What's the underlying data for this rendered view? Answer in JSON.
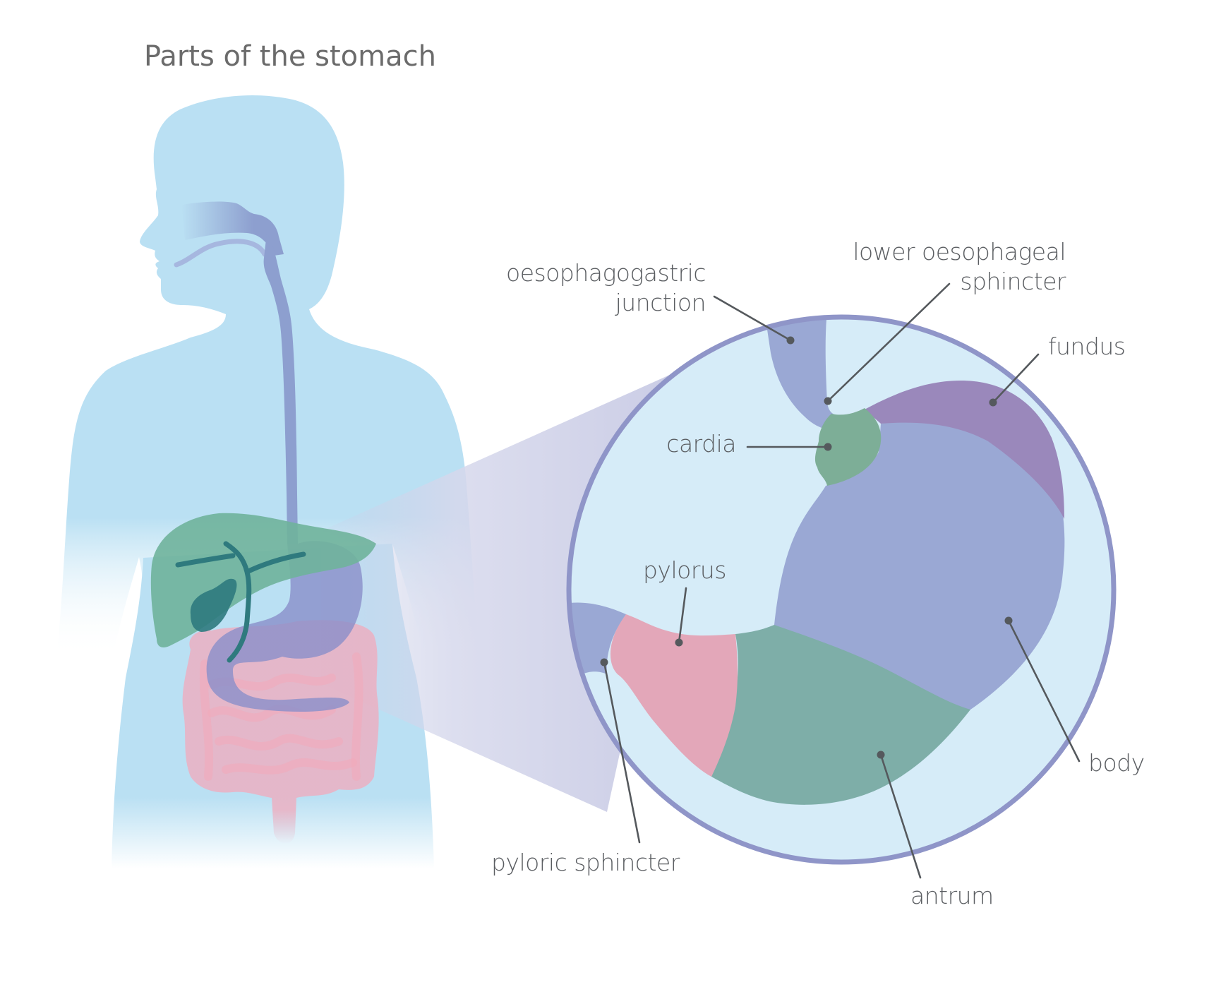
{
  "title": "Parts of the stomach",
  "labels": {
    "oesophagogastric_junction": [
      "oesophagogastric",
      "junction"
    ],
    "lower_oesophageal_sphincter": [
      "lower oesophageal",
      "sphincter"
    ],
    "fundus": "fundus",
    "cardia": "cardia",
    "pylorus": "pylorus",
    "body": "body",
    "pyloric_sphincter": "pyloric sphincter",
    "antrum": "antrum"
  },
  "colors": {
    "silhouette": "#bae0f3",
    "oesophagus": "#8d9fcf",
    "liver": "#6fb29b",
    "gallbladder": "#2f7a7e",
    "intestine": "#eeadbf",
    "magnifier_cone": "#d2d3e8",
    "circle_fill": "#d6ecf8",
    "circle_stroke": "#8f95c8",
    "cardia": "#7dae97",
    "fundus": "#9a88bb",
    "stomach_body": "#9aa8d4",
    "antrum": "#7eaea8",
    "pylorus": "#e3a7b9",
    "pyloric_sphincter": "#9aa8d4",
    "leader_line": "#55595d",
    "text": "#5a5d61"
  }
}
